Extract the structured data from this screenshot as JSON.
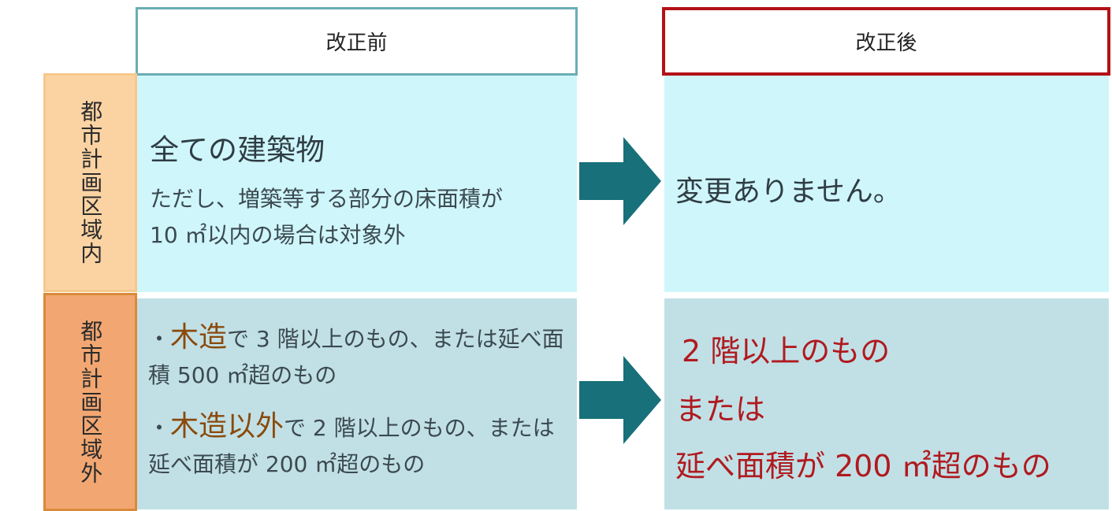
{
  "headers": {
    "before": "改正前",
    "after": "改正後"
  },
  "rows": {
    "inner": {
      "label": "都市計画区域内",
      "before_main": "全ての建築物",
      "before_note_1": "ただし、増築等する部分の床面積が",
      "before_note_2": "10 ㎡以内の場合は対象外",
      "after": "変更ありません。"
    },
    "outer": {
      "label": "都市計画区域外",
      "before_bullet1_prefix": "・",
      "before_bullet1_highlight": "木造",
      "before_bullet1_rest": "で 3 階以上のもの、または延べ面積 500 ㎡超のもの",
      "before_bullet2_prefix": "・",
      "before_bullet2_highlight": "木造以外",
      "before_bullet2_rest": "で 2 階以上のもの、または延べ面積が 200 ㎡超のもの",
      "after_line1": "2 階以上のもの",
      "after_line2": "または",
      "after_line3": "延べ面積が 200 ㎡超のもの"
    }
  },
  "colors": {
    "before_border": "#6aaeb4",
    "after_border": "#b31217",
    "arrow": "#17707a",
    "highlight_text": "#8a4a0b",
    "red_text": "#b01a1f"
  }
}
